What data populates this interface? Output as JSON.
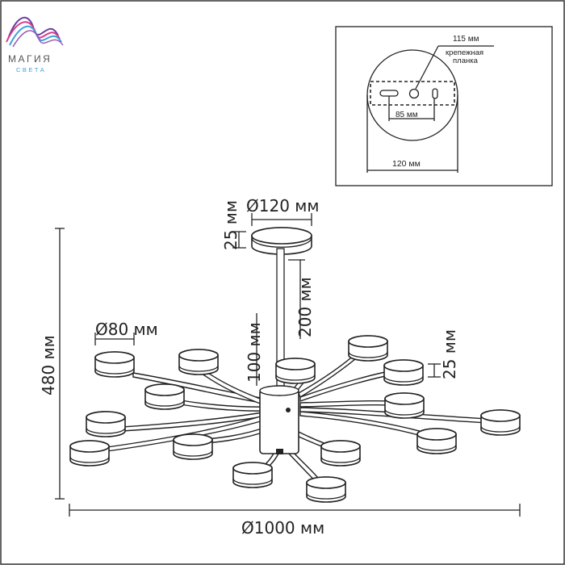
{
  "brand": {
    "name": "МАГИЯ",
    "sub": "СВЕТА",
    "colors": [
      "#6b3fa0",
      "#d93a8c",
      "#3aa0d9"
    ]
  },
  "inset": {
    "width_label": "115 мм",
    "bracket_label_line1": "крепежная",
    "bracket_label_line2": "планка",
    "hole_spacing_label": "85 мм",
    "canopy_label": "120 мм"
  },
  "dimensions": {
    "canopy_diameter": "Ø120 мм",
    "canopy_height": "25 мм",
    "rod_length": "200 мм",
    "body_height": "100 мм",
    "shade_diameter": "Ø80 мм",
    "shade_height": "25 мм",
    "total_height": "480 мм",
    "total_diameter": "Ø1000 мм"
  }
}
